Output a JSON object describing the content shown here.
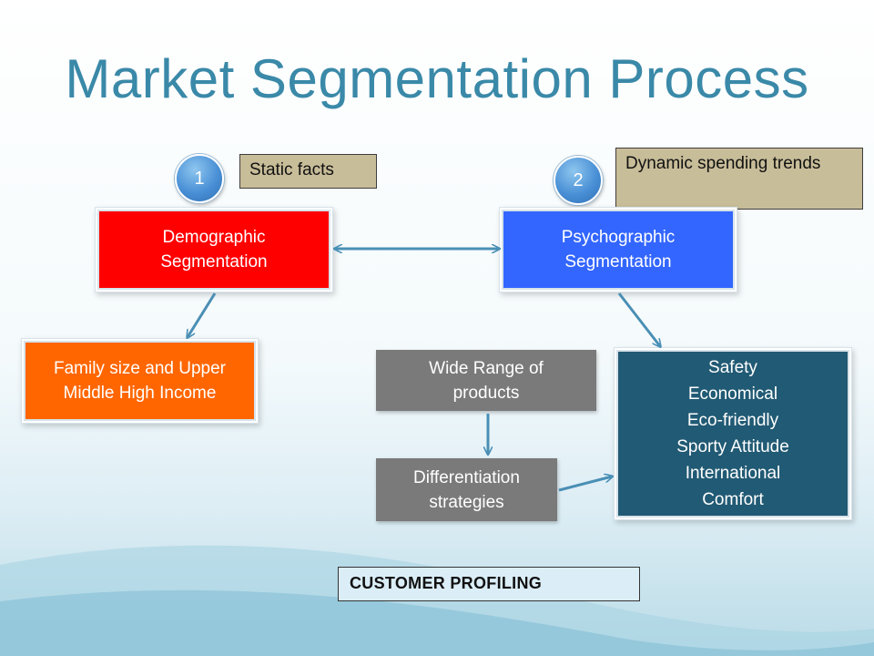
{
  "title": "Market Segmentation Process",
  "steps": [
    {
      "number": "1",
      "note": "Static facts"
    },
    {
      "number": "2",
      "note": "Dynamic spending trends"
    }
  ],
  "boxes": {
    "demographic": "Demographic Segmentation",
    "psychographic": "Psychographic Segmentation",
    "family": "Family size and Upper Middle High Income",
    "wide_range": "Wide Range of products",
    "differentiation": "Differentiation strategies",
    "attributes": [
      "Safety",
      "Economical",
      "Eco-friendly",
      "Sporty Attitude",
      "International",
      "Comfort"
    ]
  },
  "footer": "CUSTOMER PROFILING",
  "colors": {
    "title": "#3a89a8",
    "demographic": "#ff0000",
    "psychographic": "#3366ff",
    "family": "#ff6600",
    "grey": "#7a7a7a",
    "attributes": "#215a74",
    "note": "#c8bd99",
    "arrow": "#4a8fb5"
  }
}
